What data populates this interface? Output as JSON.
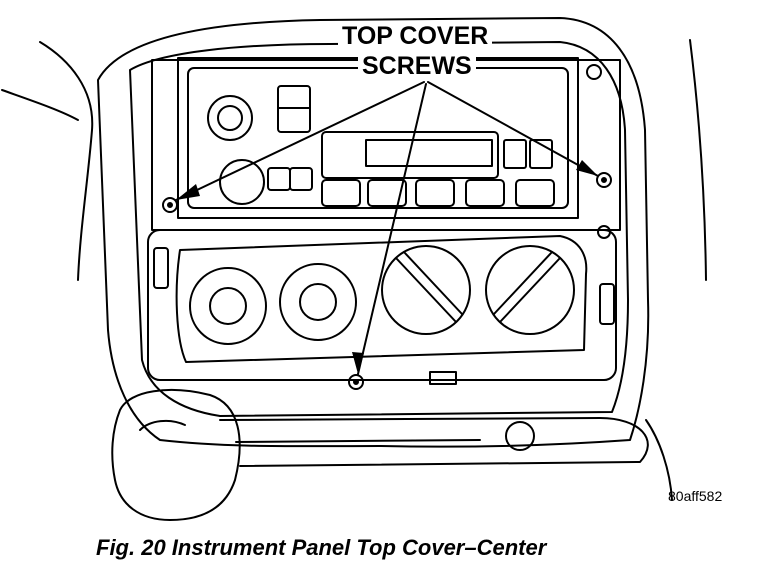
{
  "callout": {
    "line1": "TOP COVER",
    "line2": "SCREWS"
  },
  "ref_code": "80aff582",
  "caption": "Fig. 20 Instrument Panel Top Cover–Center"
}
